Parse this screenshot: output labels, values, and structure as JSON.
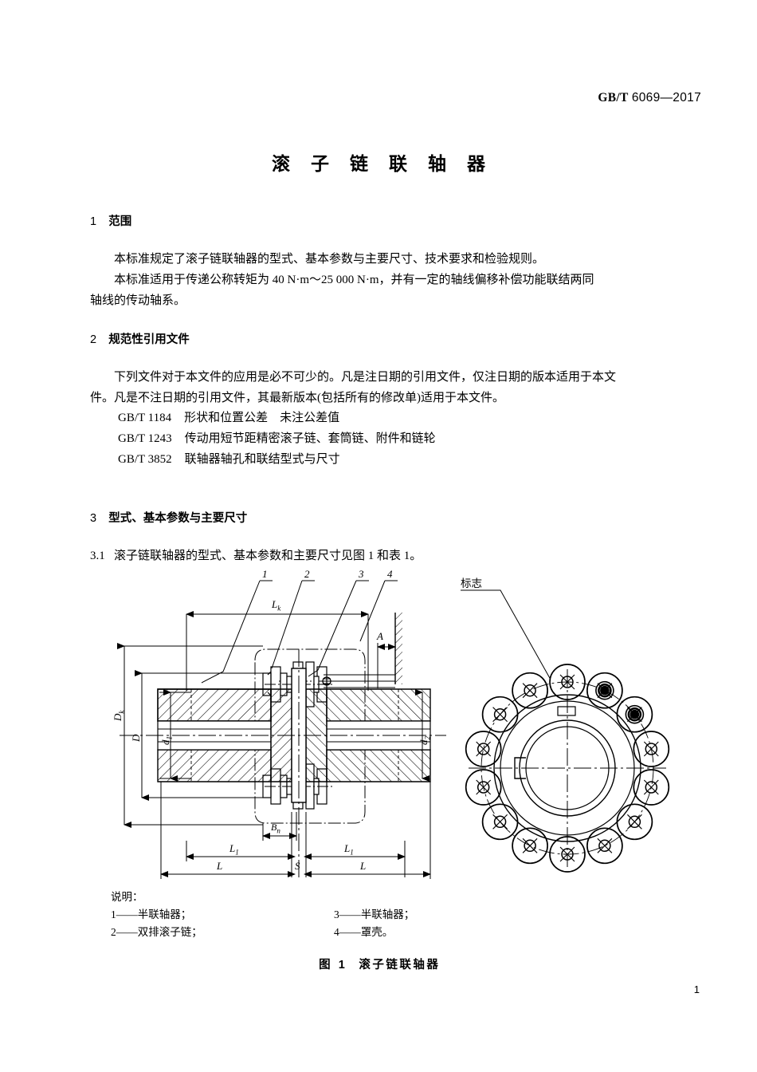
{
  "header": {
    "standard_prefix": "GB/T",
    "standard_number": "6069—2017"
  },
  "title": "滚 子 链 联 轴 器",
  "sections": {
    "s1": {
      "number": "1",
      "heading": "范围",
      "p1": "本标准规定了滚子链联轴器的型式、基本参数与主要尺寸、技术要求和检验规则。",
      "p2_a": "本标准适用于传递公称转矩为 ",
      "p2_val": "40 N·m～25 000 N·m",
      "p2_b": "，并有一定的轴线偏移补偿功能联结两同",
      "p2_c": "轴线的传动轴系。"
    },
    "s2": {
      "number": "2",
      "heading": "规范性引用文件",
      "p1_line1": "下列文件对于本文件的应用是必不可少的。凡是注日期的引用文件，仅注日期的版本适用于本文",
      "p1_line2": "件。凡是不注日期的引用文件，其最新版本(包括所有的修改单)适用于本文件。",
      "refs": [
        {
          "code": "GB/T 1184",
          "name": "形状和位置公差　未注公差值"
        },
        {
          "code": "GB/T 1243",
          "name": "传动用短节距精密滚子链、套筒链、附件和链轮"
        },
        {
          "code": "GB/T 3852",
          "name": "联轴器轴孔和联结型式与尺寸"
        }
      ]
    },
    "s3": {
      "number": "3",
      "heading": "型式、基本参数与主要尺寸",
      "p31_number": "3.1",
      "p31": "滚子链联轴器的型式、基本参数和主要尺寸见图 1 和表 1。"
    }
  },
  "figure": {
    "callouts": [
      "1",
      "2",
      "3",
      "4"
    ],
    "dimensions": {
      "Lk": "L",
      "Lk_sub": "k",
      "Dk": "D",
      "Dk_sub": "k",
      "D": "D",
      "d1": "d",
      "d1_sub": "1",
      "d2": "d",
      "d2_sub": "2",
      "L1": "L",
      "L1_sub": "1",
      "L": "L",
      "S": "S",
      "Bn": "B",
      "Bn_sub": "n",
      "A": "A"
    },
    "mark_label": "标志",
    "legend_title": "说明：",
    "legend": [
      {
        "index": "1",
        "dash": "——",
        "text": "半联轴器；"
      },
      {
        "index": "2",
        "dash": "——",
        "text": "双排滚子链；"
      },
      {
        "index": "3",
        "dash": "——",
        "text": "半联轴器；"
      },
      {
        "index": "4",
        "dash": "——",
        "text": "罩壳。"
      }
    ],
    "caption_label": "图",
    "caption_number": "1",
    "caption_text": "滚子链联轴器"
  },
  "page_number": "1"
}
